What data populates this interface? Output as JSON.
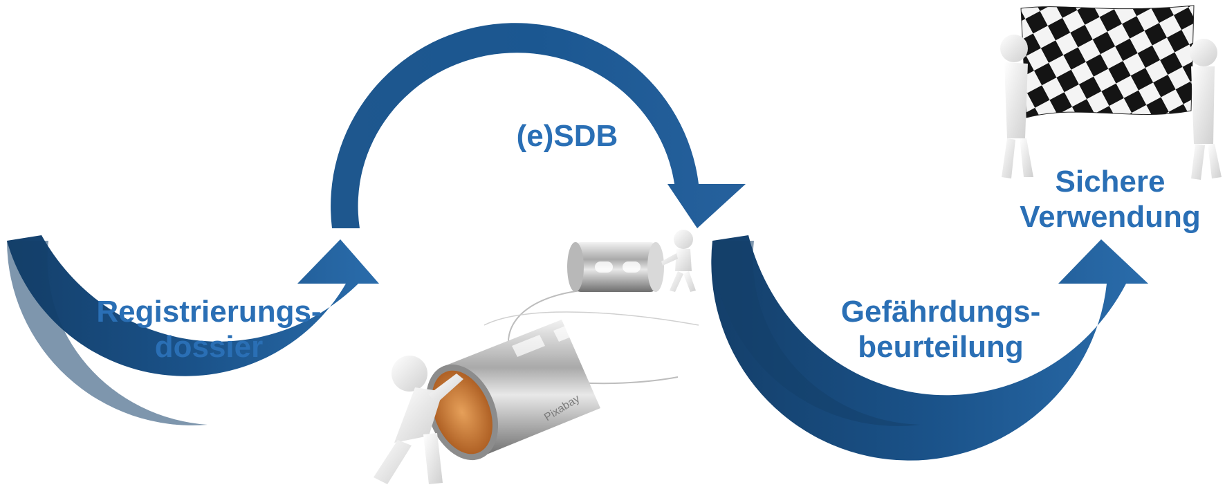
{
  "colors": {
    "arrow_dark": "#143f6a",
    "arrow_light": "#2a6cab",
    "label_text": "#2a6fb5"
  },
  "steps": [
    {
      "id": "registrierung",
      "label_lines": [
        "Registrierungs-",
        "dossier"
      ]
    },
    {
      "id": "esdb",
      "label_lines": [
        "(e)SDB"
      ]
    },
    {
      "id": "gefahr",
      "label_lines": [
        "Gefährdungs-",
        "beurteilung"
      ]
    },
    {
      "id": "sicher",
      "label_lines": [
        "Sichere",
        "Verwendung"
      ]
    }
  ],
  "illustrations": {
    "center": "tin-can-telephone-figures",
    "top_right": "figures-holding-checkered-flag"
  },
  "credit": "Pixabay"
}
